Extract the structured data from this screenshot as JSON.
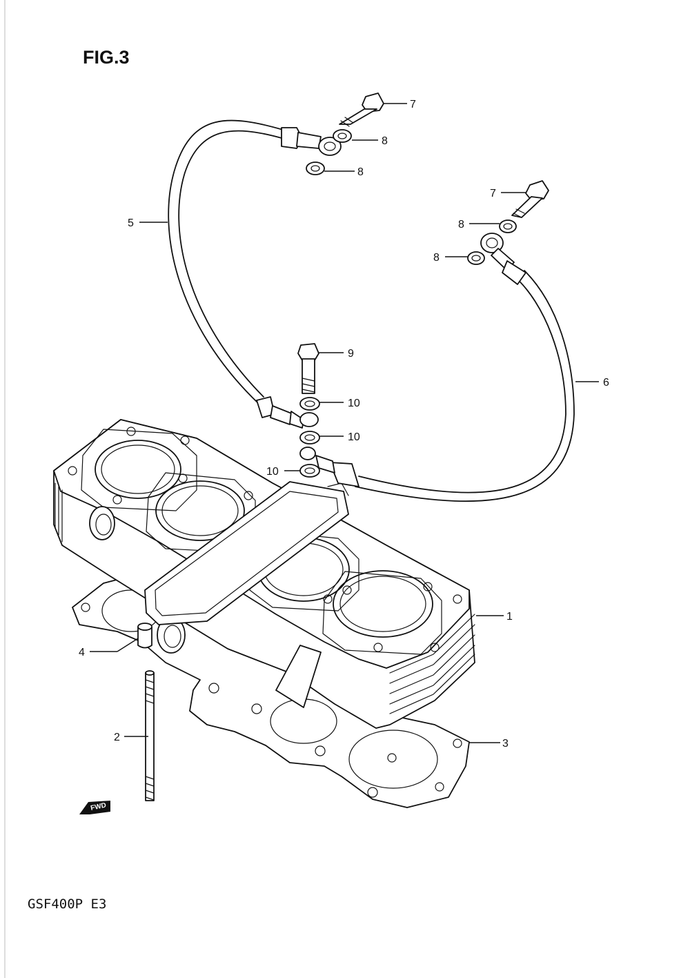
{
  "figure": {
    "title": "FIG.3",
    "model_code": "GSF400P  E3",
    "fwd_label": "FWD"
  },
  "parts": [
    {
      "id": "cylinder",
      "number": "1"
    },
    {
      "id": "stud",
      "number": "2"
    },
    {
      "id": "gasket",
      "number": "3"
    },
    {
      "id": "dowel-pin",
      "number": "4"
    },
    {
      "id": "oil-hose-left",
      "number": "5"
    },
    {
      "id": "oil-hose-right",
      "number": "6"
    },
    {
      "id": "union-bolt-upper-left",
      "number": "7"
    },
    {
      "id": "union-bolt-upper-right",
      "number": "7"
    },
    {
      "id": "washer-upper-left-a",
      "number": "8"
    },
    {
      "id": "washer-upper-left-b",
      "number": "8"
    },
    {
      "id": "washer-upper-right-a",
      "number": "8"
    },
    {
      "id": "washer-upper-right-b",
      "number": "8"
    },
    {
      "id": "union-bolt-lower",
      "number": "9"
    },
    {
      "id": "washer-lower-a",
      "number": "10"
    },
    {
      "id": "washer-lower-b",
      "number": "10"
    },
    {
      "id": "washer-lower-c",
      "number": "10"
    }
  ]
}
